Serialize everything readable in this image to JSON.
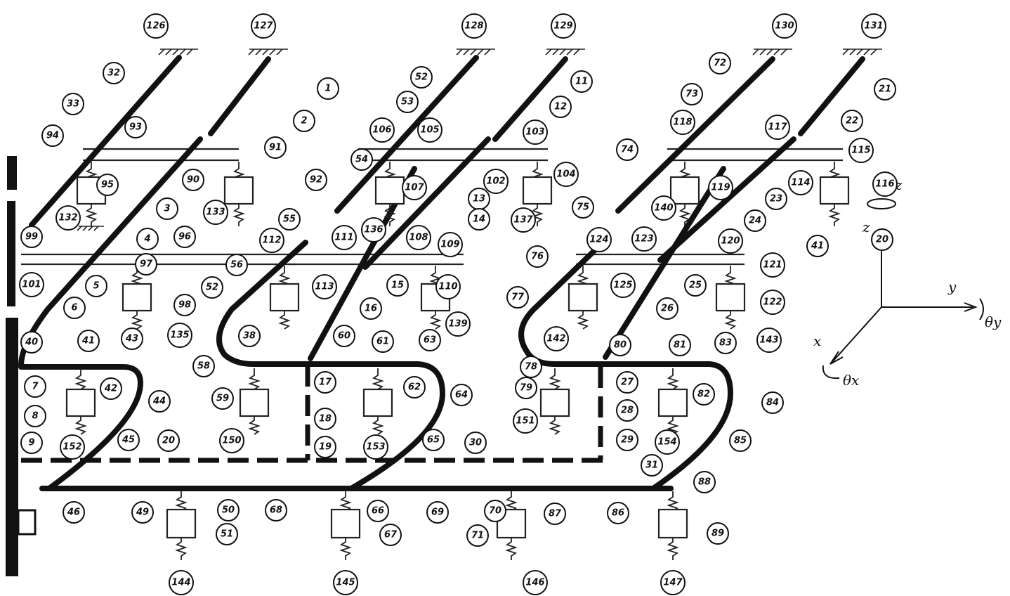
{
  "node_labels": [
    "1",
    "2",
    "3",
    "4",
    "5",
    "6",
    "7",
    "8",
    "9",
    "11",
    "12",
    "13",
    "14",
    "15",
    "16",
    "17",
    "18",
    "19",
    "20",
    "20",
    "21",
    "22",
    "23",
    "24",
    "25",
    "26",
    "27",
    "28",
    "29",
    "30",
    "31",
    "32",
    "33",
    "38",
    "40",
    "41",
    "41",
    "42",
    "43",
    "44",
    "45",
    "46",
    "49",
    "50",
    "51",
    "52",
    "52",
    "53",
    "54",
    "55",
    "56",
    "58",
    "59",
    "60",
    "61",
    "62",
    "63",
    "64",
    "65",
    "66",
    "67",
    "68",
    "69",
    "70",
    "71",
    "72",
    "73",
    "74",
    "75",
    "76",
    "77",
    "78",
    "79",
    "80",
    "81",
    "82",
    "83",
    "84",
    "85",
    "86",
    "87",
    "88",
    "89",
    "90",
    "91",
    "92",
    "93",
    "94",
    "95",
    "96",
    "97",
    "98",
    "99",
    "101",
    "102",
    "103",
    "104",
    "105",
    "106",
    "107",
    "108",
    "109",
    "110",
    "111",
    "112",
    "113",
    "114",
    "115",
    "116",
    "117",
    "118",
    "119",
    "120",
    "121",
    "122",
    "123",
    "124",
    "125",
    "126",
    "127",
    "128",
    "129",
    "130",
    "131",
    "132",
    "133",
    "135",
    "136",
    "137",
    "139",
    "140",
    "142",
    "143",
    "144",
    "145",
    "146",
    "147",
    "150",
    "151",
    "152",
    "153",
    "154"
  ],
  "axes": {
    "z": "z",
    "y": "y",
    "x": "x",
    "theta_z": "θz",
    "theta_y": "θy",
    "theta_x": "θx"
  }
}
